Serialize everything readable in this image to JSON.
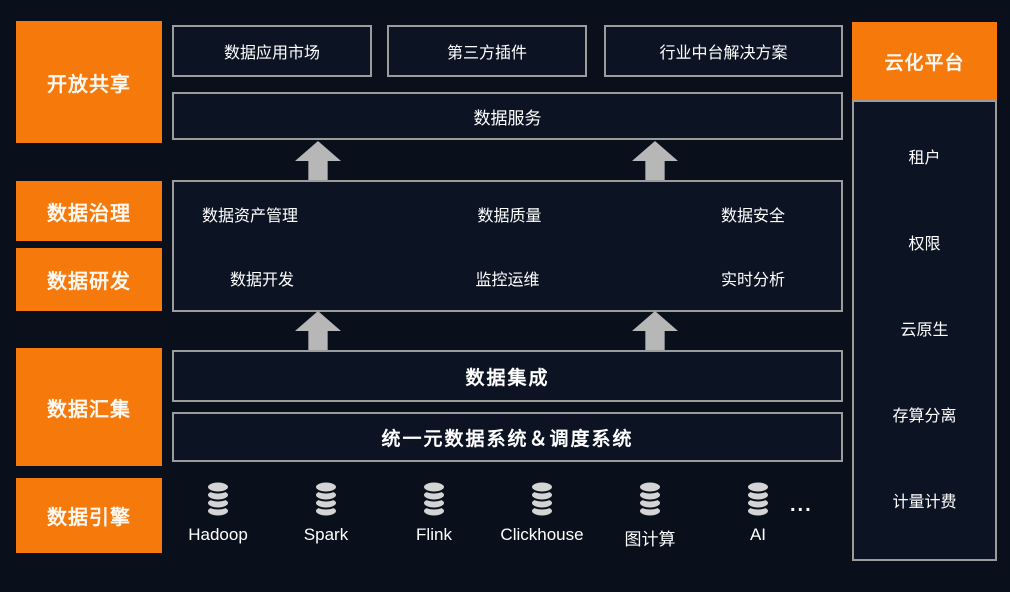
{
  "colors": {
    "background": "#0a0f1c",
    "panel_fill": "#0c1424",
    "accent_orange": "#f6790b",
    "border_gray": "#9c9c9c",
    "arrow_gray": "#b7b7b7",
    "text_white": "#ffffff"
  },
  "sidebar": {
    "items": [
      {
        "label": "开放共享"
      },
      {
        "label": "数据治理"
      },
      {
        "label": "数据研发"
      },
      {
        "label": "数据汇集"
      },
      {
        "label": "数据引擎"
      }
    ]
  },
  "top_row": {
    "boxes": [
      {
        "label": "数据应用市场"
      },
      {
        "label": "第三方插件"
      },
      {
        "label": "行业中台解决方案"
      }
    ]
  },
  "service_bar": {
    "label": "数据服务"
  },
  "governance": {
    "rows": [
      [
        "数据资产管理",
        "数据质量",
        "数据安全"
      ],
      [
        "数据开发",
        "监控运维",
        "实时分析"
      ]
    ]
  },
  "integration_bar": {
    "label": "数据集成"
  },
  "metadata_bar": {
    "label": "统一元数据系统＆调度系统"
  },
  "engines": {
    "icon": "database-icon",
    "items": [
      {
        "label": "Hadoop"
      },
      {
        "label": "Spark"
      },
      {
        "label": "Flink"
      },
      {
        "label": "Clickhouse"
      },
      {
        "label": "图计算"
      },
      {
        "label": "AI"
      }
    ],
    "more": "..."
  },
  "cloud_panel": {
    "header": "云化平台",
    "items": [
      {
        "label": "租户"
      },
      {
        "label": "权限"
      },
      {
        "label": "云原生"
      },
      {
        "label": "存算分离"
      },
      {
        "label": "计量计费"
      }
    ]
  }
}
